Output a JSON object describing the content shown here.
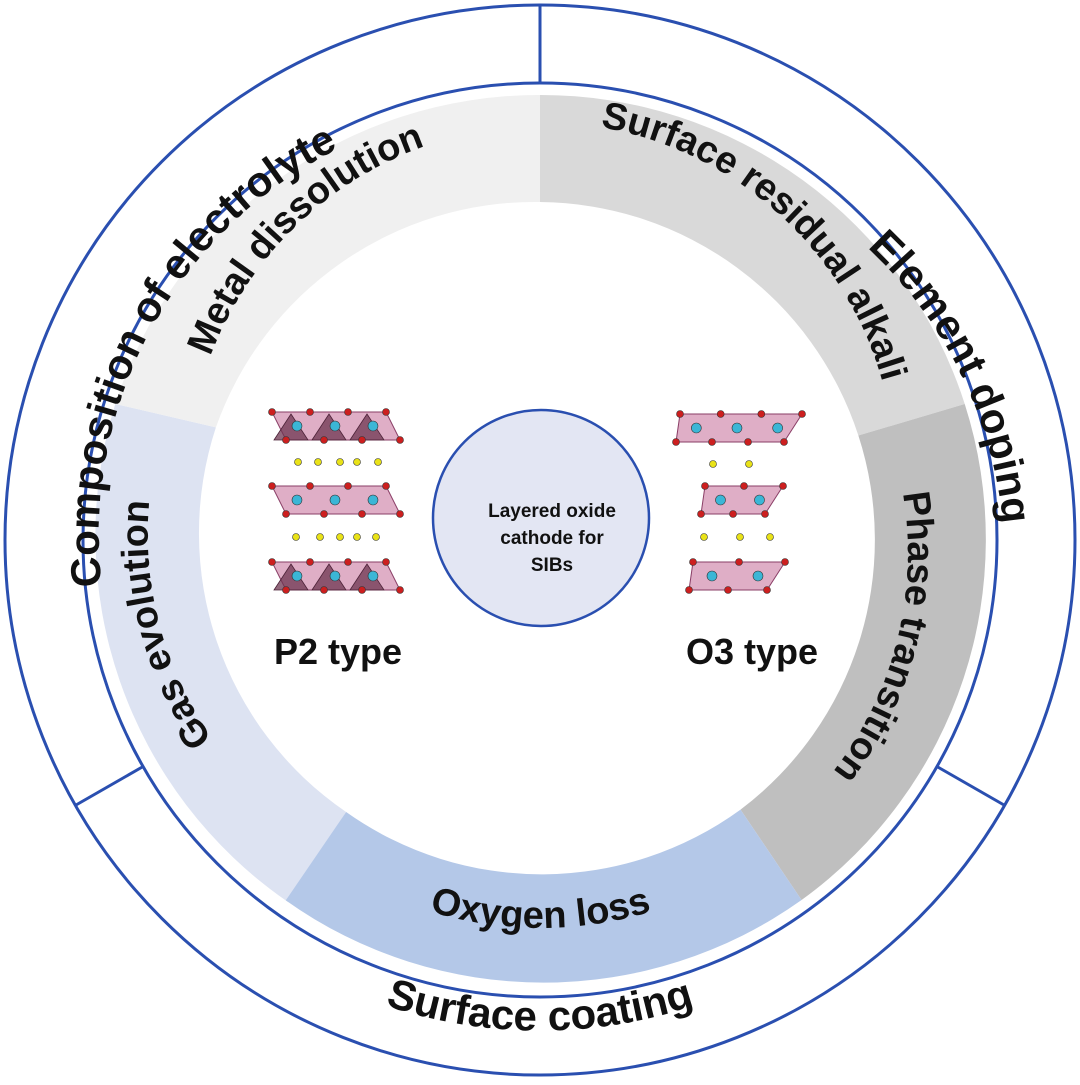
{
  "center": {
    "lines": [
      "Layered oxide",
      "cathode for",
      "SIBs"
    ]
  },
  "outer_ring": {
    "composition": "Composition of electrolyte",
    "element_doping": "Element doping",
    "surface_coating": "Surface coating"
  },
  "inner_ring": {
    "metal_dissolution": "Metal dissolution",
    "surface_residual_alkali": "Surface residual alkali",
    "phase_transition": "Phase transition",
    "oxygen_loss": "Oxygen loss",
    "gas_evolution": "Gas evolution"
  },
  "structures": {
    "p2_label": "P2 type",
    "o3_label": "O3 type"
  },
  "colors": {
    "ring_line": "#2a4fb0",
    "metal_dissolution": "#f0f0f0",
    "surface_residual_alkali": "#d9d9d9",
    "phase_transition": "#bfbfbf",
    "oxygen_loss": "#b4c8e8",
    "gas_evolution": "#dde3f2",
    "center_fill": "#e3e6f3",
    "octahedron": "#c46b97",
    "transition_metal_atom": "#3bb6d6",
    "oxygen_atom": "#cc1f1f",
    "sodium_atom": "#e9e218"
  }
}
